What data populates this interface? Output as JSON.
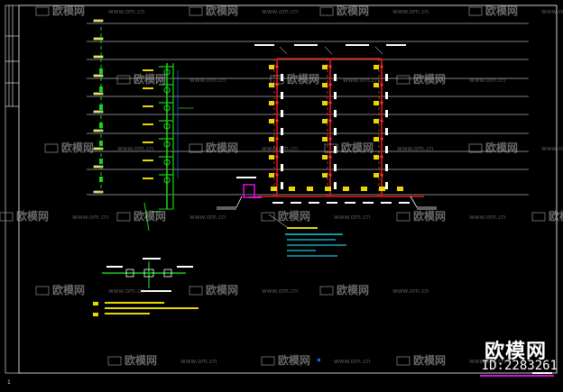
{
  "diagram": {
    "watermark_text": "欧模网",
    "watermark_url": "www.om.cn",
    "brand_text": "欧模网",
    "brand_id": "ID:2283261",
    "sheet_number": "1",
    "colors": {
      "background": "#000000",
      "floor_line": "#ffffff",
      "green_pipe": "#19d419",
      "red_pipe": "#e01818",
      "yellow_label": "#e8d800",
      "cyan_text": "#19c8d8",
      "magenta": "#e010e0",
      "border": "#ffffff"
    }
  }
}
